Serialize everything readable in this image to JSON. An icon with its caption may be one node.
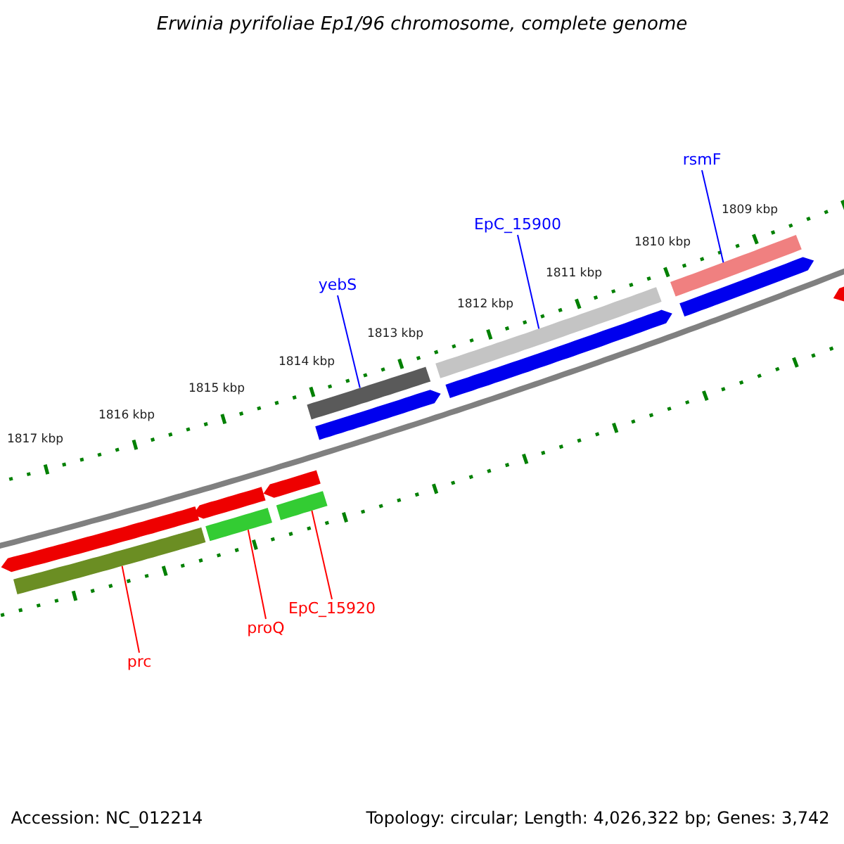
{
  "diagram": {
    "title": "Erwinia pyrifoliae Ep1/96 chromosome, complete genome",
    "nodes": [
      {
        "text": [
          "rsmF"
        ]
      },
      {
        "text": [
          "EpC_15900"
        ]
      },
      {
        "text": [
          "yebS"
        ]
      },
      {
        "text": [
          "EpC_15920"
        ]
      },
      {
        "text": [
          "proQ"
        ]
      },
      {
        "text": [
          "prc"
        ]
      },
      {
        "text": [],
        "shape": "bar"
      },
      {
        "text": [],
        "shape": "bar"
      },
      {
        "text": [],
        "shape": "bar"
      },
      {
        "text": [],
        "shape": "bar"
      },
      {
        "text": [],
        "shape": "bar"
      },
      {
        "text": [],
        "shape": "bar"
      },
      {
        "text": [],
        "shape": "bar"
      },
      {
        "text": [],
        "shape": "bar"
      },
      {
        "text": [],
        "shape": "bar"
      },
      {
        "text": [],
        "shape": "bar"
      },
      {
        "text": [],
        "shape": "bar"
      },
      {
        "text": [],
        "shape": "bar"
      },
      {
        "text": [],
        "shape": "bar"
      }
    ],
    "edges": [
      {
        "from": 0,
        "to": 11,
        "arrow": "none"
      },
      {
        "from": 1,
        "to": 10,
        "arrow": "none"
      },
      {
        "from": 2,
        "to": 9,
        "arrow": "none"
      },
      {
        "from": 3,
        "to": 8,
        "arrow": "none",
        "color": "#ff0000"
      },
      {
        "from": 4,
        "to": 7,
        "arrow": "none",
        "color": "#ff0000"
      },
      {
        "from": 5,
        "to": 6,
        "arrow": "none",
        "color": "#ff0000"
      }
    ],
    "labels": [
      "1817 kbp",
      "1816 kbp",
      "1815 kbp",
      "1814 kbp",
      "1813 kbp",
      "1812 kbp",
      "1811 kbp",
      "1810 kbp",
      "1809 kbp",
      "Accession: NC_012214",
      "Topology: circular; Length: 4,026,322 bp; Genes: 3,742"
    ]
  }
}
